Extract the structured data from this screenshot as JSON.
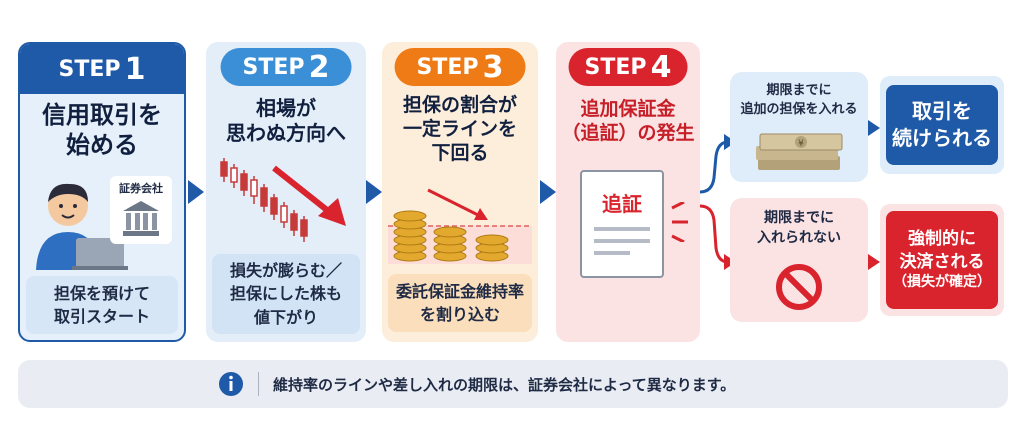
{
  "step_word": "STEP",
  "steps": [
    {
      "num": "1",
      "title1": "信用取引を",
      "title2": "始める",
      "building_label": "証券会社",
      "sub1": "担保を預けて",
      "sub2": "取引スタート"
    },
    {
      "num": "2",
      "title1": "相場が",
      "title2": "思わぬ方向へ",
      "sub1": "損失が膨らむ／",
      "sub2": "担保にした株も",
      "sub3": "値下がり"
    },
    {
      "num": "3",
      "title1": "担保の割合が",
      "title2": "一定ラインを",
      "title3": "下回る",
      "sub1": "委託保証金維持率",
      "sub2": "を割り込む"
    },
    {
      "num": "4",
      "title1": "追加保証金",
      "title2": "（追証）の発生",
      "doc_label": "追証"
    }
  ],
  "branch_top": {
    "line1": "期限までに",
    "line2": "追加の担保を入れる",
    "result1": "取引を",
    "result2": "続けられる"
  },
  "branch_bottom": {
    "line1": "期限までに",
    "line2": "入れられない",
    "result1": "強制的に",
    "result2": "決済される",
    "result3": "（損失が確定）"
  },
  "note": "維持率のラインや差し入れの期限は、証券会社によって異なります。",
  "colors": {
    "step1": "#1e5aa8",
    "step2": "#3b8fd6",
    "step3": "#ef7b16",
    "step4": "#d9232d",
    "accent_blue": "#1e5aa8",
    "accent_red": "#d9232d"
  },
  "icons": [
    "person-laptop-icon",
    "bank-building-icon",
    "candlestick-down-icon",
    "coins-decline-icon",
    "document-icon",
    "money-stack-icon",
    "prohibited-icon",
    "info-icon"
  ]
}
